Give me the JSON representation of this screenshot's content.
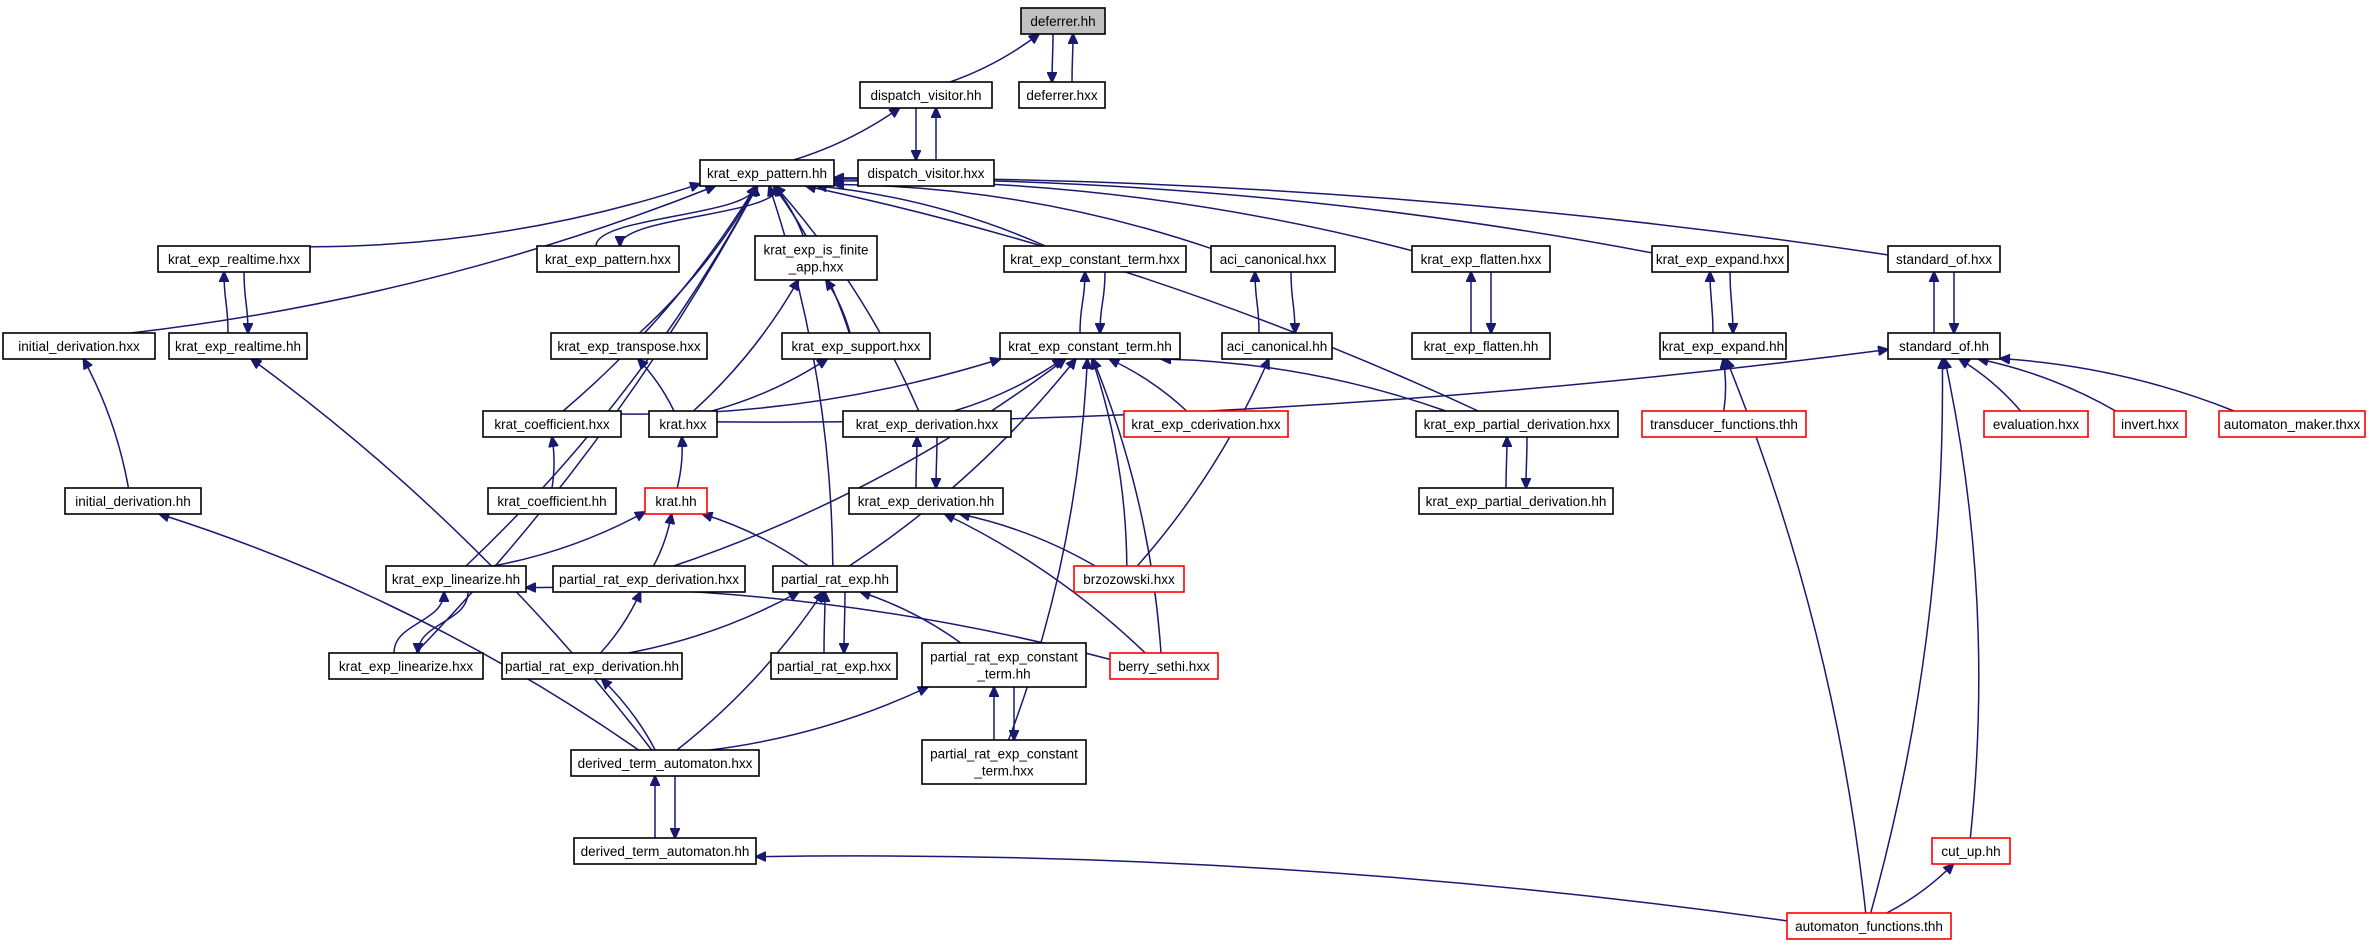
{
  "colors": {
    "edge": "#191970",
    "arrowhead": "#191970",
    "node_border": "#000000",
    "node_border_incomplete": "#ff0000",
    "node_fill": "#ffffff",
    "root_fill": "#c0c0c0"
  },
  "nodes": [
    {
      "id": "deferrer_hh",
      "label": "deferrer.hh",
      "root": true
    },
    {
      "id": "dispatch_visitor_hh",
      "label": "dispatch_visitor.hh"
    },
    {
      "id": "deferrer_hxx",
      "label": "deferrer.hxx"
    },
    {
      "id": "krat_exp_pattern_hh",
      "label": "krat_exp_pattern.hh"
    },
    {
      "id": "dispatch_visitor_hxx",
      "label": "dispatch_visitor.hxx"
    },
    {
      "id": "krat_exp_realtime_hxx",
      "label": "krat_exp_realtime.hxx"
    },
    {
      "id": "krat_exp_pattern_hxx",
      "label": "krat_exp_pattern.hxx"
    },
    {
      "id": "krat_exp_is_finite_app_hxx",
      "label": "krat_exp_is_finite\n_app.hxx"
    },
    {
      "id": "krat_exp_constant_term_hxx",
      "label": "krat_exp_constant_term.hxx"
    },
    {
      "id": "aci_canonical_hxx",
      "label": "aci_canonical.hxx"
    },
    {
      "id": "krat_exp_flatten_hxx",
      "label": "krat_exp_flatten.hxx"
    },
    {
      "id": "krat_exp_expand_hxx",
      "label": "krat_exp_expand.hxx"
    },
    {
      "id": "standard_of_hxx",
      "label": "standard_of.hxx"
    },
    {
      "id": "initial_derivation_hxx",
      "label": "initial_derivation.hxx"
    },
    {
      "id": "krat_exp_realtime_hh",
      "label": "krat_exp_realtime.hh"
    },
    {
      "id": "krat_exp_transpose_hxx",
      "label": "krat_exp_transpose.hxx"
    },
    {
      "id": "krat_exp_support_hxx",
      "label": "krat_exp_support.hxx"
    },
    {
      "id": "krat_exp_constant_term_hh",
      "label": "krat_exp_constant_term.hh"
    },
    {
      "id": "aci_canonical_hh",
      "label": "aci_canonical.hh"
    },
    {
      "id": "krat_exp_flatten_hh",
      "label": "krat_exp_flatten.hh"
    },
    {
      "id": "krat_exp_expand_hh",
      "label": "krat_exp_expand.hh"
    },
    {
      "id": "standard_of_hh",
      "label": "standard_of.hh"
    },
    {
      "id": "krat_coefficient_hxx",
      "label": "krat_coefficient.hxx"
    },
    {
      "id": "krat_hxx",
      "label": "krat.hxx"
    },
    {
      "id": "krat_exp_derivation_hxx",
      "label": "krat_exp_derivation.hxx"
    },
    {
      "id": "krat_exp_cderivation_hxx",
      "label": "krat_exp_cderivation.hxx",
      "incomplete": true
    },
    {
      "id": "krat_exp_partial_derivation_hxx",
      "label": "krat_exp_partial_derivation.hxx"
    },
    {
      "id": "transducer_functions_thh",
      "label": "transducer_functions.thh",
      "incomplete": true
    },
    {
      "id": "evaluation_hxx",
      "label": "evaluation.hxx",
      "incomplete": true
    },
    {
      "id": "invert_hxx",
      "label": "invert.hxx",
      "incomplete": true
    },
    {
      "id": "automaton_maker_thxx",
      "label": "automaton_maker.thxx",
      "incomplete": true
    },
    {
      "id": "initial_derivation_hh",
      "label": "initial_derivation.hh"
    },
    {
      "id": "krat_coefficient_hh",
      "label": "krat_coefficient.hh"
    },
    {
      "id": "krat_hh",
      "label": "krat.hh",
      "incomplete": true
    },
    {
      "id": "krat_exp_derivation_hh",
      "label": "krat_exp_derivation.hh"
    },
    {
      "id": "krat_exp_partial_derivation_hh",
      "label": "krat_exp_partial_derivation.hh"
    },
    {
      "id": "krat_exp_linearize_hh",
      "label": "krat_exp_linearize.hh"
    },
    {
      "id": "partial_rat_exp_derivation_hxx",
      "label": "partial_rat_exp_derivation.hxx"
    },
    {
      "id": "partial_rat_exp_hh",
      "label": "partial_rat_exp.hh"
    },
    {
      "id": "brzozowski_hxx",
      "label": "brzozowski.hxx",
      "incomplete": true
    },
    {
      "id": "krat_exp_linearize_hxx",
      "label": "krat_exp_linearize.hxx"
    },
    {
      "id": "partial_rat_exp_derivation_hh",
      "label": "partial_rat_exp_derivation.hh"
    },
    {
      "id": "partial_rat_exp_hxx",
      "label": "partial_rat_exp.hxx"
    },
    {
      "id": "partial_rat_exp_constant_term_hh",
      "label": "partial_rat_exp_constant\n_term.hh"
    },
    {
      "id": "berry_sethi_hxx",
      "label": "berry_sethi.hxx",
      "incomplete": true
    },
    {
      "id": "derived_term_automaton_hxx",
      "label": "derived_term_automaton.hxx"
    },
    {
      "id": "partial_rat_exp_constant_term_hxx",
      "label": "partial_rat_exp_constant\n_term.hxx"
    },
    {
      "id": "derived_term_automaton_hh",
      "label": "derived_term_automaton.hh"
    },
    {
      "id": "cut_up_hh",
      "label": "cut_up.hh",
      "incomplete": true
    },
    {
      "id": "automaton_functions_thh",
      "label": "automaton_functions.thh",
      "incomplete": true
    }
  ],
  "edges": [
    [
      "dispatch_visitor_hh",
      "deferrer_hh"
    ],
    [
      "deferrer_hxx",
      "deferrer_hh"
    ],
    [
      "deferrer_hh",
      "deferrer_hxx"
    ],
    [
      "krat_exp_pattern_hh",
      "dispatch_visitor_hh"
    ],
    [
      "dispatch_visitor_hxx",
      "dispatch_visitor_hh"
    ],
    [
      "dispatch_visitor_hh",
      "dispatch_visitor_hxx"
    ],
    [
      "krat_exp_realtime_hxx",
      "krat_exp_pattern_hh"
    ],
    [
      "krat_exp_pattern_hxx",
      "krat_exp_pattern_hh"
    ],
    [
      "krat_exp_pattern_hh",
      "krat_exp_pattern_hxx"
    ],
    [
      "krat_exp_is_finite_app_hxx",
      "krat_exp_pattern_hh"
    ],
    [
      "krat_exp_constant_term_hxx",
      "krat_exp_pattern_hh"
    ],
    [
      "aci_canonical_hxx",
      "krat_exp_pattern_hh"
    ],
    [
      "krat_exp_flatten_hxx",
      "krat_exp_pattern_hh"
    ],
    [
      "krat_exp_expand_hxx",
      "krat_exp_pattern_hh"
    ],
    [
      "standard_of_hxx",
      "krat_exp_pattern_hh"
    ],
    [
      "initial_derivation_hxx",
      "krat_exp_pattern_hh"
    ],
    [
      "krat_exp_transpose_hxx",
      "krat_exp_pattern_hh"
    ],
    [
      "krat_exp_support_hxx",
      "krat_exp_pattern_hh"
    ],
    [
      "krat_coefficient_hxx",
      "krat_exp_pattern_hh"
    ],
    [
      "krat_exp_derivation_hxx",
      "krat_exp_pattern_hh"
    ],
    [
      "krat_exp_partial_derivation_hxx",
      "krat_exp_pattern_hh"
    ],
    [
      "krat_exp_linearize_hh",
      "krat_exp_pattern_hh"
    ],
    [
      "krat_exp_linearize_hxx",
      "krat_exp_pattern_hh"
    ],
    [
      "partial_rat_exp_hh",
      "krat_exp_pattern_hh"
    ],
    [
      "krat_exp_realtime_hh",
      "krat_exp_realtime_hxx"
    ],
    [
      "krat_exp_realtime_hxx",
      "krat_exp_realtime_hh"
    ],
    [
      "krat_exp_constant_term_hh",
      "krat_exp_constant_term_hxx"
    ],
    [
      "krat_exp_constant_term_hxx",
      "krat_exp_constant_term_hh"
    ],
    [
      "aci_canonical_hh",
      "aci_canonical_hxx"
    ],
    [
      "aci_canonical_hxx",
      "aci_canonical_hh"
    ],
    [
      "krat_exp_flatten_hh",
      "krat_exp_flatten_hxx"
    ],
    [
      "krat_exp_flatten_hxx",
      "krat_exp_flatten_hh"
    ],
    [
      "krat_exp_expand_hh",
      "krat_exp_expand_hxx"
    ],
    [
      "krat_exp_expand_hxx",
      "krat_exp_expand_hh"
    ],
    [
      "standard_of_hh",
      "standard_of_hxx"
    ],
    [
      "standard_of_hxx",
      "standard_of_hh"
    ],
    [
      "krat_exp_support_hxx",
      "krat_exp_is_finite_app_hxx"
    ],
    [
      "krat_hxx",
      "krat_exp_is_finite_app_hxx"
    ],
    [
      "krat_hxx",
      "krat_exp_transpose_hxx"
    ],
    [
      "krat_hxx",
      "krat_exp_support_hxx"
    ],
    [
      "krat_hxx",
      "standard_of_hh"
    ],
    [
      "krat_coefficient_hxx",
      "krat_exp_constant_term_hh"
    ],
    [
      "krat_exp_derivation_hxx",
      "krat_exp_constant_term_hh"
    ],
    [
      "krat_exp_cderivation_hxx",
      "krat_exp_constant_term_hh"
    ],
    [
      "krat_exp_partial_derivation_hxx",
      "krat_exp_constant_term_hh"
    ],
    [
      "partial_rat_exp_derivation_hxx",
      "krat_exp_constant_term_hh"
    ],
    [
      "partial_rat_exp_hh",
      "krat_exp_constant_term_hh"
    ],
    [
      "brzozowski_hxx",
      "krat_exp_constant_term_hh"
    ],
    [
      "berry_sethi_hxx",
      "krat_exp_constant_term_hh"
    ],
    [
      "partial_rat_exp_constant_term_hxx",
      "krat_exp_constant_term_hh"
    ],
    [
      "brzozowski_hxx",
      "aci_canonical_hh"
    ],
    [
      "transducer_functions_thh",
      "krat_exp_expand_hh"
    ],
    [
      "automaton_functions_thh",
      "krat_exp_expand_hh"
    ],
    [
      "evaluation_hxx",
      "standard_of_hh"
    ],
    [
      "invert_hxx",
      "standard_of_hh"
    ],
    [
      "automaton_maker_thxx",
      "standard_of_hh"
    ],
    [
      "cut_up_hh",
      "standard_of_hh"
    ],
    [
      "automaton_functions_thh",
      "standard_of_hh"
    ],
    [
      "initial_derivation_hh",
      "initial_derivation_hxx"
    ],
    [
      "derived_term_automaton_hxx",
      "krat_exp_realtime_hh"
    ],
    [
      "krat_coefficient_hh",
      "krat_coefficient_hxx"
    ],
    [
      "krat_hh",
      "krat_hxx"
    ],
    [
      "krat_exp_derivation_hh",
      "krat_exp_derivation_hxx"
    ],
    [
      "krat_exp_derivation_hxx",
      "krat_exp_derivation_hh"
    ],
    [
      "krat_exp_partial_derivation_hh",
      "krat_exp_partial_derivation_hxx"
    ],
    [
      "krat_exp_partial_derivation_hxx",
      "krat_exp_partial_derivation_hh"
    ],
    [
      "derived_term_automaton_hxx",
      "initial_derivation_hh"
    ],
    [
      "krat_exp_linearize_hh",
      "krat_hh"
    ],
    [
      "partial_rat_exp_derivation_hxx",
      "krat_hh"
    ],
    [
      "partial_rat_exp_hh",
      "krat_hh"
    ],
    [
      "brzozowski_hxx",
      "krat_exp_derivation_hh"
    ],
    [
      "berry_sethi_hxx",
      "krat_exp_derivation_hh"
    ],
    [
      "krat_exp_linearize_hxx",
      "krat_exp_linearize_hh"
    ],
    [
      "krat_exp_linearize_hh",
      "krat_exp_linearize_hxx"
    ],
    [
      "berry_sethi_hxx",
      "krat_exp_linearize_hh"
    ],
    [
      "partial_rat_exp_derivation_hh",
      "partial_rat_exp_derivation_hxx"
    ],
    [
      "partial_rat_exp_hxx",
      "partial_rat_exp_hh"
    ],
    [
      "partial_rat_exp_hh",
      "partial_rat_exp_hxx"
    ],
    [
      "partial_rat_exp_derivation_hh",
      "partial_rat_exp_hh"
    ],
    [
      "partial_rat_exp_constant_term_hh",
      "partial_rat_exp_hh"
    ],
    [
      "derived_term_automaton_hxx",
      "partial_rat_exp_hh"
    ],
    [
      "derived_term_automaton_hxx",
      "partial_rat_exp_derivation_hh"
    ],
    [
      "derived_term_automaton_hxx",
      "partial_rat_exp_constant_term_hh"
    ],
    [
      "partial_rat_exp_constant_term_hxx",
      "partial_rat_exp_constant_term_hh"
    ],
    [
      "partial_rat_exp_constant_term_hh",
      "partial_rat_exp_constant_term_hxx"
    ],
    [
      "derived_term_automaton_hh",
      "derived_term_automaton_hxx"
    ],
    [
      "derived_term_automaton_hxx",
      "derived_term_automaton_hh"
    ],
    [
      "automaton_functions_thh",
      "derived_term_automaton_hh"
    ],
    [
      "automaton_functions_thh",
      "cut_up_hh"
    ]
  ]
}
